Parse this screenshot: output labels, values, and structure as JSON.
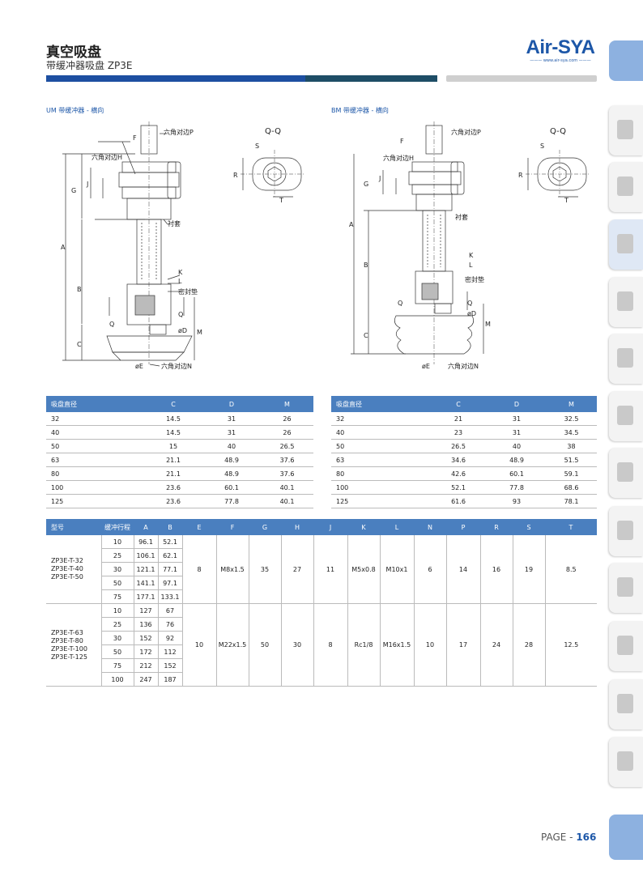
{
  "header": {
    "title": "真空吸盘",
    "subtitle": "带缓冲器吸盘 ZP3E"
  },
  "logo": {
    "name": "Air-SYA",
    "url": "www.air-sya.com"
  },
  "sections": {
    "um_label": "UM 带缓冲器 - 横向",
    "bm_label": "BM 带缓冲器 - 横向"
  },
  "drawing_labels": {
    "qq": "Q-Q",
    "p": "六角对边P",
    "h": "六角对边H",
    "n": "六角对边N",
    "bushing": "衬套",
    "seal": "密封垫",
    "f": "F",
    "j": "J",
    "g": "G",
    "a": "A",
    "b": "B",
    "c": "C",
    "q": "Q",
    "k": "K",
    "l": "L",
    "d": "øD",
    "e": "øE",
    "m": "M",
    "r": "R",
    "s": "S",
    "t": "T"
  },
  "um_table": {
    "headers": [
      "吸盘直径",
      "C",
      "D",
      "M"
    ],
    "rows": [
      [
        "32",
        "14.5",
        "31",
        "26"
      ],
      [
        "40",
        "14.5",
        "31",
        "26"
      ],
      [
        "50",
        "15",
        "40",
        "26.5"
      ],
      [
        "63",
        "21.1",
        "48.9",
        "37.6"
      ],
      [
        "80",
        "21.1",
        "48.9",
        "37.6"
      ],
      [
        "100",
        "23.6",
        "60.1",
        "40.1"
      ],
      [
        "125",
        "23.6",
        "77.8",
        "40.1"
      ]
    ]
  },
  "bm_table": {
    "headers": [
      "吸盘直径",
      "C",
      "D",
      "M"
    ],
    "rows": [
      [
        "32",
        "21",
        "31",
        "32.5"
      ],
      [
        "40",
        "23",
        "31",
        "34.5"
      ],
      [
        "50",
        "26.5",
        "40",
        "38"
      ],
      [
        "63",
        "34.6",
        "48.9",
        "51.5"
      ],
      [
        "80",
        "42.6",
        "60.1",
        "59.1"
      ],
      [
        "100",
        "52.1",
        "77.8",
        "68.6"
      ],
      [
        "125",
        "61.6",
        "93",
        "78.1"
      ]
    ]
  },
  "model_table": {
    "headers": [
      "型号",
      "缓冲行程",
      "A",
      "B",
      "E",
      "F",
      "G",
      "H",
      "J",
      "K",
      "L",
      "N",
      "P",
      "R",
      "S",
      "T"
    ],
    "groups": [
      {
        "models": "ZP3E-T-32\nZP3E-T-40\nZP3E-T-50",
        "rows": [
          [
            "10",
            "96.1",
            "52.1"
          ],
          [
            "25",
            "106.1",
            "62.1"
          ],
          [
            "30",
            "121.1",
            "77.1"
          ],
          [
            "50",
            "141.1",
            "97.1"
          ],
          [
            "75",
            "177.1",
            "133.1"
          ]
        ],
        "shared": [
          "8",
          "M8x1.5",
          "35",
          "27",
          "11",
          "M5x0.8",
          "M10x1",
          "6",
          "14",
          "16",
          "19",
          "8.5"
        ]
      },
      {
        "models": "ZP3E-T-63\nZP3E-T-80\nZP3E-T-100\nZP3E-T-125",
        "rows": [
          [
            "10",
            "127",
            "67"
          ],
          [
            "25",
            "136",
            "76"
          ],
          [
            "30",
            "152",
            "92"
          ],
          [
            "50",
            "172",
            "112"
          ],
          [
            "75",
            "212",
            "152"
          ],
          [
            "100",
            "247",
            "187"
          ]
        ],
        "shared": [
          "10",
          "M22x1.5",
          "50",
          "30",
          "8",
          "Rc1/8",
          "M16x1.5",
          "10",
          "17",
          "24",
          "28",
          "12.5"
        ]
      }
    ]
  },
  "footer": {
    "page_prefix": "PAGE - ",
    "page_number": "166"
  },
  "sidebar": {
    "icons": [
      "filter-regulator-icon",
      "lubricator-icon",
      "vacuum-cup-icon",
      "fitting-icon",
      "valve-icon",
      "cylinder-icon",
      "actuator-icon",
      "gripper-icon",
      "module-icon",
      "elbow-icon",
      "silencer-icon",
      "accessory-icon"
    ],
    "accent": "#8db1e0"
  },
  "colors": {
    "brand": "#1d57a8",
    "header_bar": "#1d4fa1",
    "table_head": "#4a7fbf"
  }
}
